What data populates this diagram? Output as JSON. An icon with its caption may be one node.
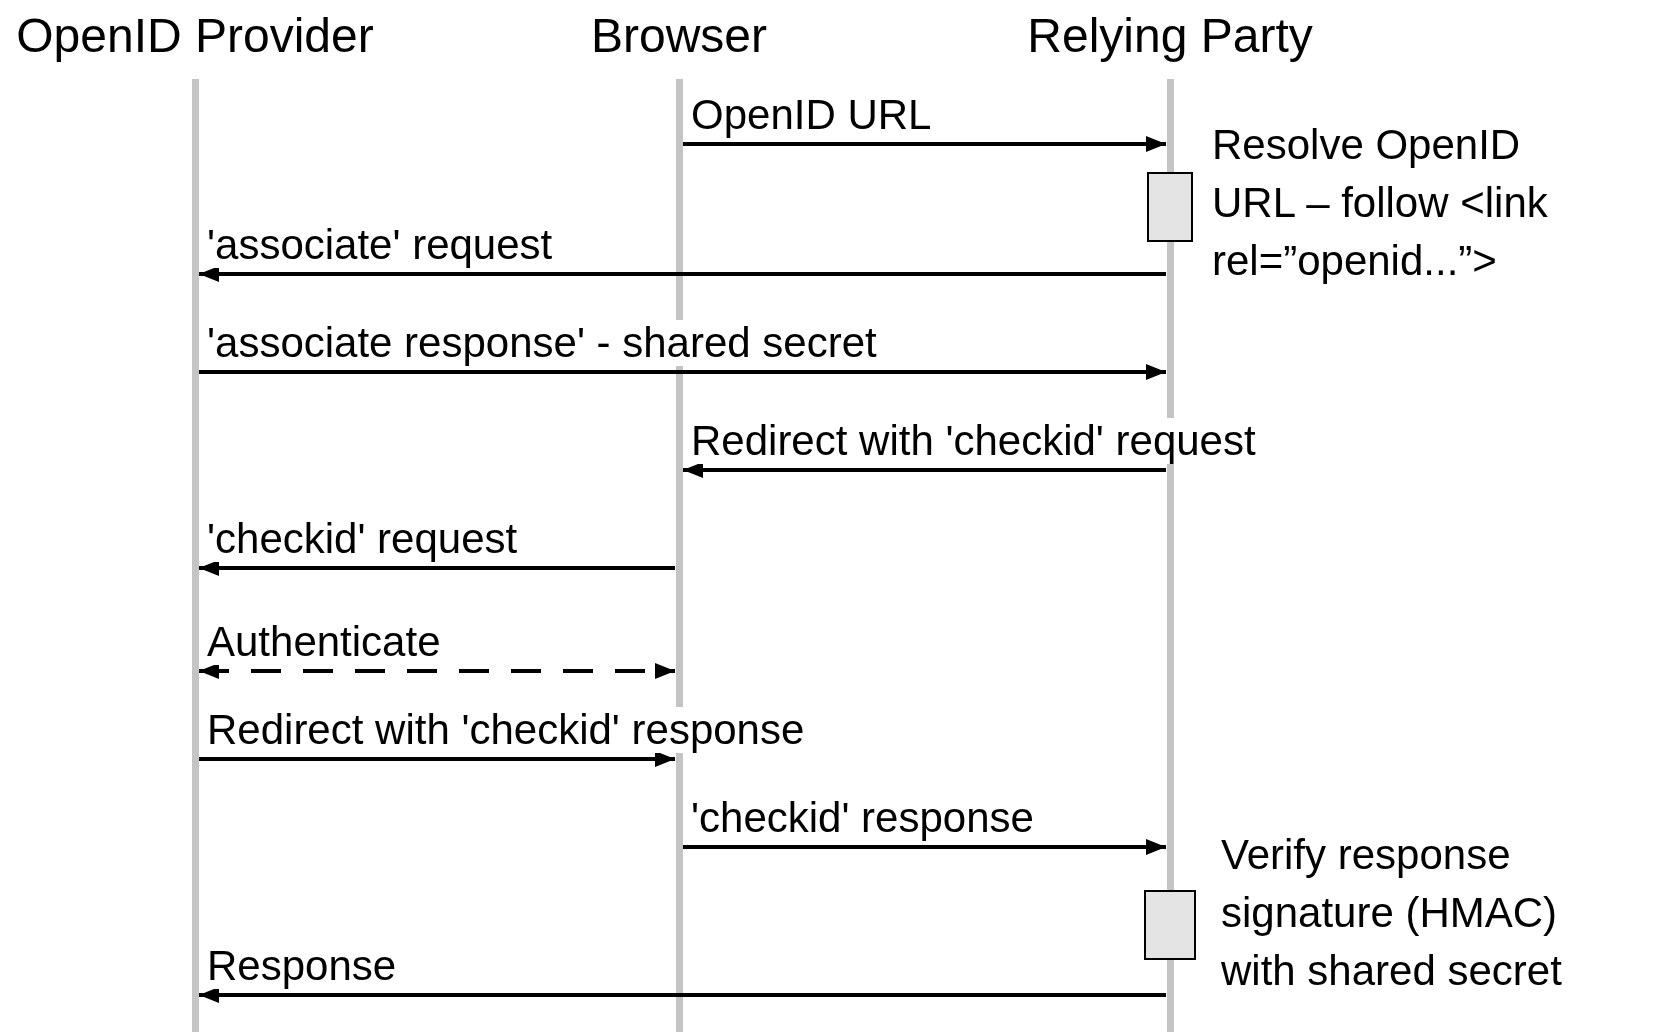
{
  "diagram": {
    "nodes": [
      {
        "text": [
          "OpenID Provider"
        ]
      },
      {
        "text": [
          "Browser"
        ]
      },
      {
        "text": [
          "Relying Party"
        ]
      },
      {
        "text": [],
        "shape": "box",
        "beside": [
          "Resolve OpenID URL – follow <link rel=”openid...”>"
        ]
      },
      {
        "text": [],
        "shape": "box",
        "beside": [
          "Verify response signature (HMAC) with shared secret"
        ]
      }
    ],
    "edges": [
      {
        "from": 1,
        "to": 2,
        "arrow": "to",
        "label": "OpenID URL"
      },
      {
        "from": 2,
        "to": 0,
        "arrow": "to",
        "label": "'associate' request"
      },
      {
        "from": 0,
        "to": 2,
        "arrow": "to",
        "label": "'associate response' - shared secret"
      },
      {
        "from": 2,
        "to": 1,
        "arrow": "to",
        "label": "Redirect with 'checkid' request"
      },
      {
        "from": 1,
        "to": 0,
        "arrow": "to",
        "label": "'checkid' request"
      },
      {
        "from": 0,
        "to": 1,
        "arrow": "both",
        "label": "Authenticate",
        "style": "dashed"
      },
      {
        "from": 0,
        "to": 1,
        "arrow": "to",
        "label": "Redirect with 'checkid' response"
      },
      {
        "from": 1,
        "to": 2,
        "arrow": "to",
        "label": "'checkid' response"
      },
      {
        "from": 2,
        "to": 0,
        "arrow": "to",
        "label": "Response"
      }
    ]
  }
}
